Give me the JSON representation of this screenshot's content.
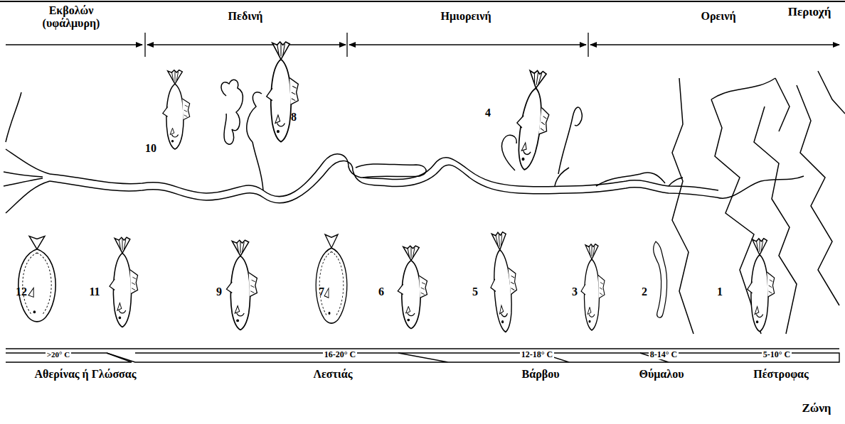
{
  "diagram": {
    "labels": [
      "Εκβολών (υφάλμυρη)",
      "Πεδινή",
      "Ημιορεινή",
      "Ορεινή",
      "Περιοχή",
      "10",
      "8",
      "4",
      "12",
      "11",
      "9",
      "7",
      "6",
      "5",
      "3",
      "2",
      "1",
      ">20° C",
      "16-20° C",
      "12-18° C",
      "8-14° C",
      "5-10° C",
      "Αθερίνας ή Γλώσσας",
      "Λεστιάς",
      "Βάρβου",
      "Θύμαλου",
      "Πέστροφας",
      "Ζώνη"
    ]
  }
}
